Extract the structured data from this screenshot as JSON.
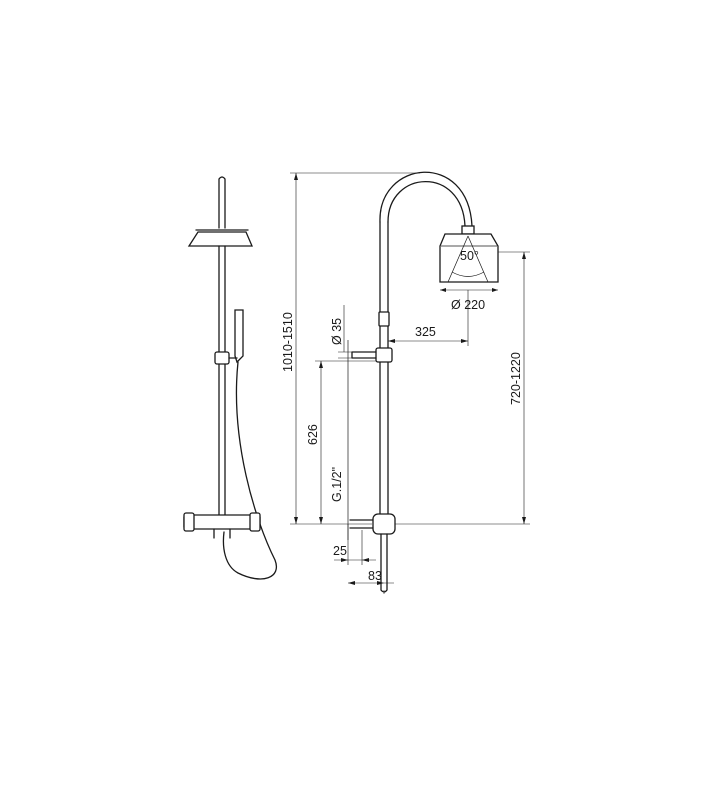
{
  "dimensions": {
    "total_height": "1010-1510",
    "head_height": "720-1220",
    "spray_angle": "50°",
    "head_diameter": "Ø 220",
    "arm_reach": "325",
    "pipe_diameter": "Ø 35",
    "connection_spacing": "626",
    "thread": "G.1/2\"",
    "wall_offset": "25",
    "outlet_offset": "83"
  },
  "colors": {
    "line": "#1a1a1a",
    "background": "#ffffff"
  }
}
